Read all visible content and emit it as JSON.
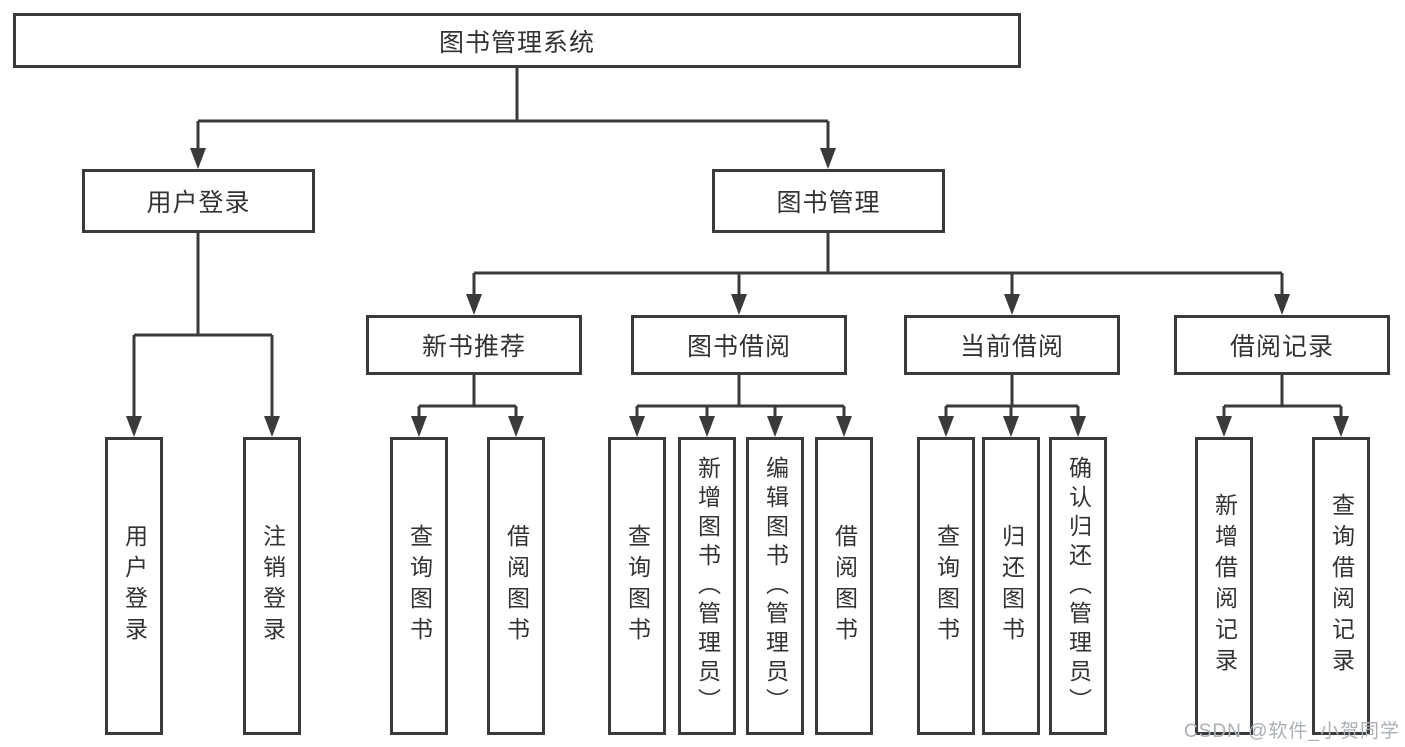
{
  "page": {
    "background": "#ffffff",
    "line_color": "#3a3a3a",
    "box_border_color": "#3a3a3a",
    "text_color": "#333333"
  },
  "watermark": {
    "text": "CSDN @软件_小贺同学",
    "color": "#aab0b6"
  },
  "diagram": {
    "type": "tree",
    "root": {
      "label": "图书管理系统"
    },
    "branches": [
      {
        "label": "用户登录",
        "leaves": [
          {
            "label": "用户登录"
          },
          {
            "label": "注销登录"
          }
        ]
      },
      {
        "label": "图书管理",
        "groups": [
          {
            "label": "新书推荐",
            "leaves": [
              {
                "label": "查询图书"
              },
              {
                "label": "借阅图书"
              }
            ]
          },
          {
            "label": "图书借阅",
            "leaves": [
              {
                "label": "查询图书"
              },
              {
                "label": "新增图书（管理员）"
              },
              {
                "label": "编辑图书（管理员）"
              },
              {
                "label": "借阅图书"
              }
            ]
          },
          {
            "label": "当前借阅",
            "leaves": [
              {
                "label": "查询图书"
              },
              {
                "label": "归还图书"
              },
              {
                "label": "确认归还（管理员）"
              }
            ]
          },
          {
            "label": "借阅记录",
            "leaves": [
              {
                "label": "新增借阅记录"
              },
              {
                "label": "查询借阅记录"
              }
            ]
          }
        ]
      }
    ]
  }
}
